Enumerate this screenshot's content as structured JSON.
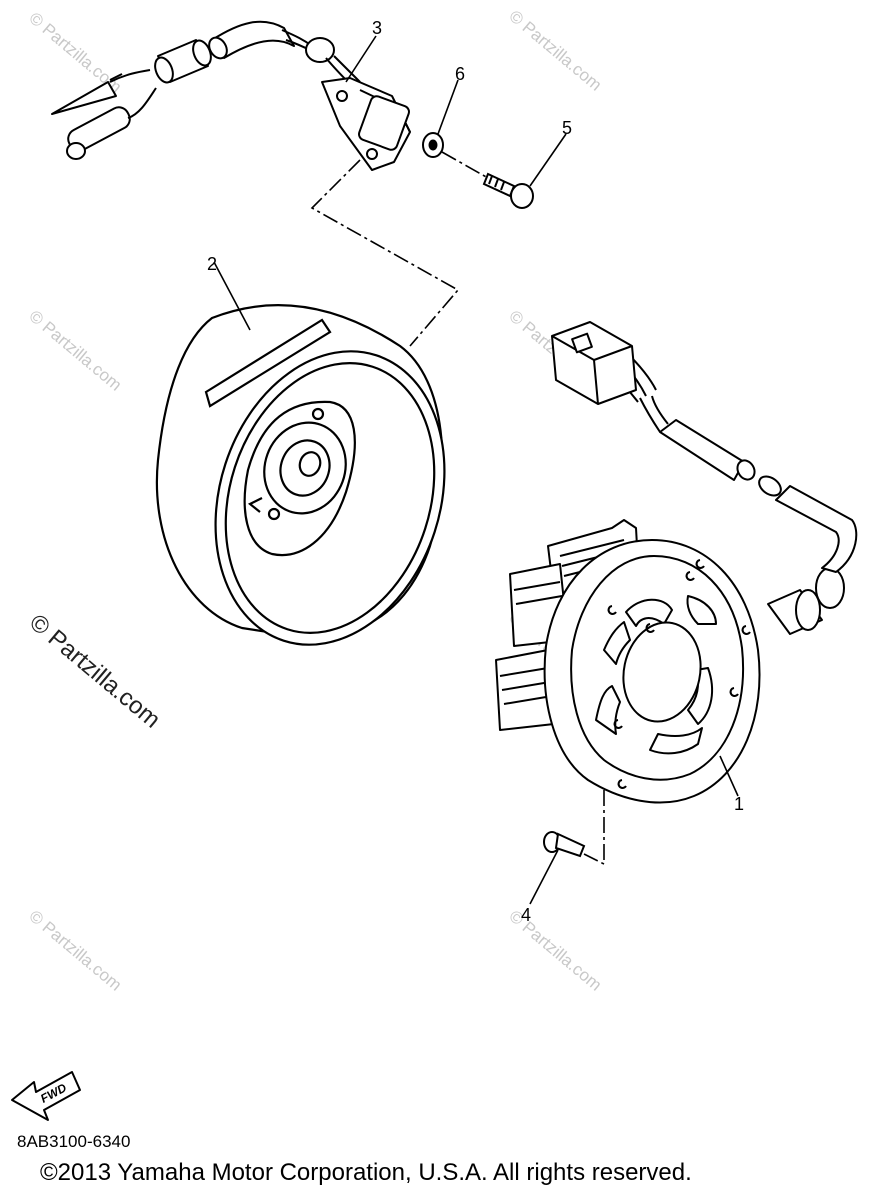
{
  "callouts": [
    {
      "id": "1",
      "label": "1"
    },
    {
      "id": "2",
      "label": "2"
    },
    {
      "id": "3",
      "label": "3"
    },
    {
      "id": "4",
      "label": "4"
    },
    {
      "id": "5",
      "label": "5"
    },
    {
      "id": "6",
      "label": "6"
    }
  ],
  "watermark": {
    "text": "© Partzilla.com",
    "main_text": "© Partzilla.com"
  },
  "fwd_label": "FWD",
  "diagram_code": "8AB3100-6340",
  "copyright": "©2013 Yamaha Motor Corporation, U.S.A. All rights reserved."
}
